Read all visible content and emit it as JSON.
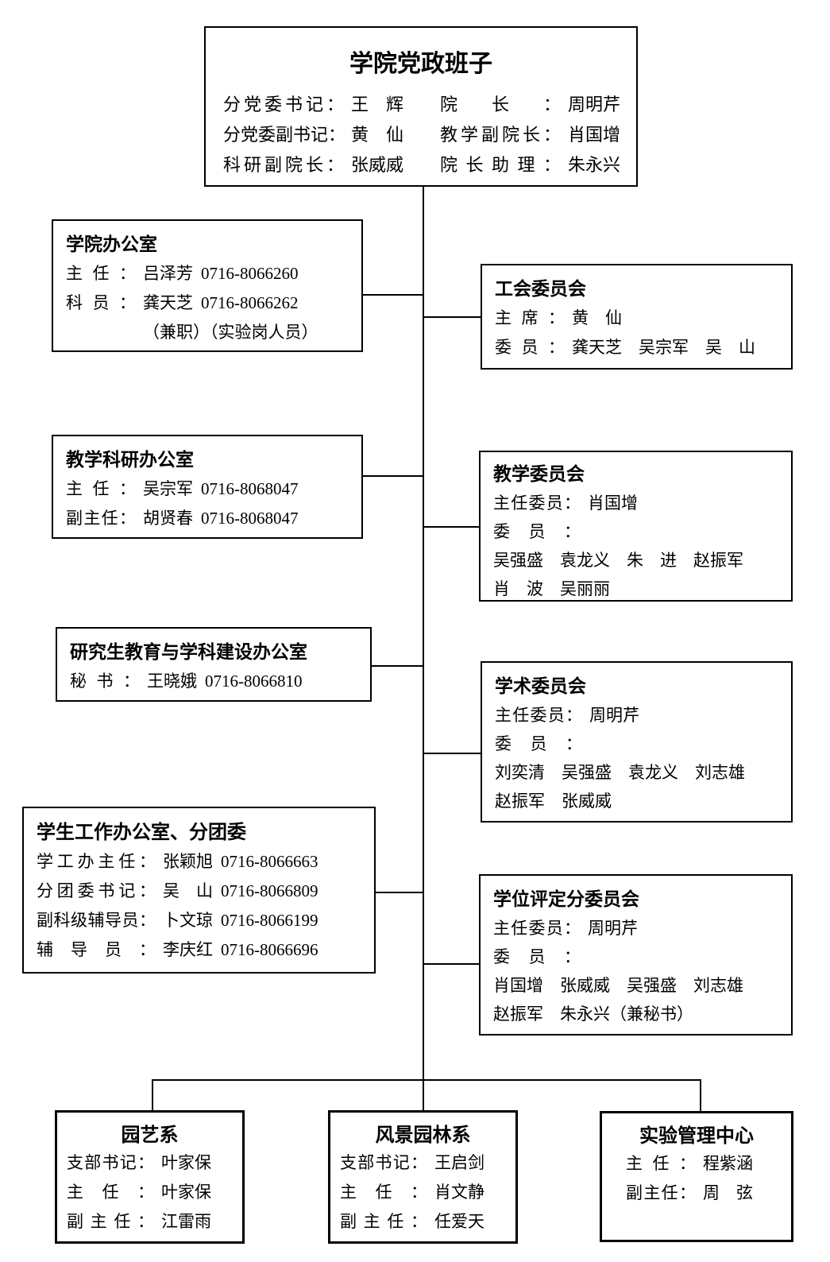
{
  "top_box": {
    "title": "学院党政班子",
    "rows": [
      {
        "l1": "分党委书记：",
        "v1": "王　辉",
        "l2": "院长：",
        "v2": "周明芹"
      },
      {
        "l1": "分党委副书记：",
        "v1": "黄　仙",
        "l2": "教学副院长：",
        "v2": "肖国增"
      },
      {
        "l1": "科研副院长：",
        "v1": "张威威",
        "l2": "院长助理：",
        "v2": "朱永兴"
      }
    ]
  },
  "left_boxes": [
    {
      "title": "学院办公室",
      "rows": [
        {
          "label": "主任：",
          "value": "吕泽芳",
          "phone": "0716-8066260"
        },
        {
          "label": "科员：",
          "value": "龚天芝",
          "phone": "0716-8066262"
        },
        {
          "label": "",
          "value": "（兼职）（实验岗人员）",
          "phone": ""
        }
      ]
    },
    {
      "title": "教学科研办公室",
      "rows": [
        {
          "label": "主任：",
          "value": "吴宗军",
          "phone": "0716-8068047"
        },
        {
          "label": "副主任：",
          "value": "胡贤春",
          "phone": "0716-8068047"
        }
      ]
    },
    {
      "title": "研究生教育与学科建设办公室",
      "rows": [
        {
          "label": "秘书：",
          "value": "王晓娥",
          "phone": "0716-8066810"
        }
      ]
    },
    {
      "title": "学生工作办公室、分团委",
      "rows": [
        {
          "label": "学工办主任：",
          "value": "张颖旭",
          "phone": "0716-8066663"
        },
        {
          "label": "分团委书记：",
          "value": "吴　山",
          "phone": "0716-8066809"
        },
        {
          "label": "副科级辅导员：",
          "value": "卜文琼",
          "phone": "0716-8066199"
        },
        {
          "label": "辅导员：",
          "value": "李庆红",
          "phone": "0716-8066696"
        }
      ]
    }
  ],
  "right_boxes": [
    {
      "title": "工会委员会",
      "rows": [
        {
          "label": "主席：",
          "value": "黄　仙"
        },
        {
          "label": "委员：",
          "value": "龚天芝　吴宗军　吴　山"
        }
      ],
      "members": []
    },
    {
      "title": "教学委员会",
      "rows": [
        {
          "label": "主任委员：",
          "value": "肖国增"
        },
        {
          "label": "委员：",
          "value": ""
        }
      ],
      "members": [
        "吴强盛　袁龙义　朱　进　赵振军",
        "肖　波　吴丽丽"
      ]
    },
    {
      "title": "学术委员会",
      "rows": [
        {
          "label": "主任委员：",
          "value": "周明芹"
        },
        {
          "label": "委员：",
          "value": ""
        }
      ],
      "members": [
        "刘奕清　吴强盛　袁龙义　刘志雄",
        "赵振军　张威威"
      ]
    },
    {
      "title": "学位评定分委员会",
      "rows": [
        {
          "label": "主任委员：",
          "value": "周明芹"
        },
        {
          "label": "委员：",
          "value": ""
        }
      ],
      "members": [
        "肖国增　张威威　吴强盛　刘志雄",
        "赵振军　朱永兴（兼秘书）"
      ]
    }
  ],
  "bottom_boxes": [
    {
      "title": "园艺系",
      "rows": [
        {
          "label": "支部书记：",
          "value": "叶家保"
        },
        {
          "label": "主任：",
          "value": "叶家保"
        },
        {
          "label": "副主任：",
          "value": "江雷雨"
        }
      ]
    },
    {
      "title": "风景园林系",
      "rows": [
        {
          "label": "支部书记：",
          "value": "王启剑"
        },
        {
          "label": "主任：",
          "value": "肖文静"
        },
        {
          "label": "副主任：",
          "value": "任爱天"
        }
      ]
    },
    {
      "title": "实验管理中心",
      "rows": [
        {
          "label": "主任：",
          "value": "程紫涵"
        },
        {
          "label": "副主任：",
          "value": "周　弦"
        }
      ]
    }
  ]
}
